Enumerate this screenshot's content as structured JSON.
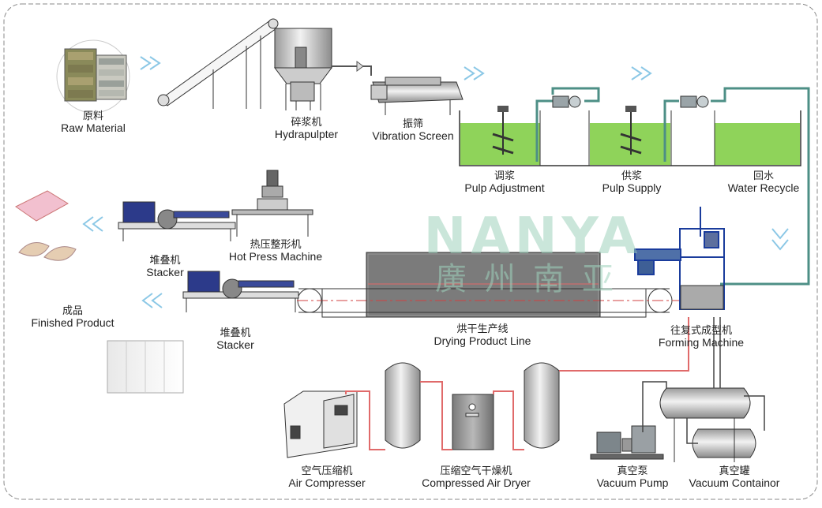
{
  "watermark": {
    "latin": "NANYA",
    "chinese": "廣州南亚"
  },
  "colors": {
    "pulp": "#8fd35a",
    "pipe_red": "#e06a6a",
    "arrow": "#a9d8ef",
    "line": "#444444",
    "watermark": "#9fd3bd"
  },
  "stations": {
    "raw_material": {
      "zh": "原料",
      "en": "Raw Material"
    },
    "hydrapulpter": {
      "zh": "碎浆机",
      "en": "Hydrapulpter"
    },
    "vibration_screen": {
      "zh": "振筛",
      "en": "Vibration Screen"
    },
    "pulp_adjustment": {
      "zh": "调浆",
      "en": "Pulp Adjustment"
    },
    "pulp_supply": {
      "zh": "供浆",
      "en": "Pulp Supply"
    },
    "water_recycle": {
      "zh": "回水",
      "en": "Water Recycle"
    },
    "hot_press": {
      "zh": "热压整形机",
      "en": "Hot Press Machine"
    },
    "stacker_top": {
      "zh": "堆叠机",
      "en": "Stacker"
    },
    "stacker_bottom": {
      "zh": "堆叠机",
      "en": "Stacker"
    },
    "finished_product": {
      "zh": "成品",
      "en": "Finished Product"
    },
    "drying_line": {
      "zh": "烘干生产线",
      "en": "Drying Product Line"
    },
    "forming_machine": {
      "zh": "往复式成型机",
      "en": "Forming Machine"
    },
    "air_compressor": {
      "zh": "空气压缩机",
      "en": "Air Compresser"
    },
    "air_dryer": {
      "zh": "压缩空气干燥机",
      "en": "Compressed Air Dryer"
    },
    "vacuum_pump": {
      "zh": "真空泵",
      "en": "Vacuum Pump"
    },
    "vacuum_container": {
      "zh": "真空罐",
      "en": "Vacuum Containor"
    }
  }
}
